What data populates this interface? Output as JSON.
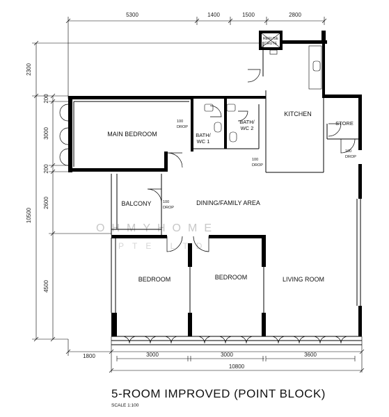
{
  "title": "5-ROOM IMPROVED (POINT BLOCK)",
  "scale": "SCALE  1:100",
  "watermark": {
    "line1": "OHMYHOME",
    "line2": "PTE LTD"
  },
  "dimensions": {
    "top": [
      "5300",
      "1400",
      "1500",
      "2800"
    ],
    "bottom_overall": "10800",
    "bottom": [
      "1800",
      "3000",
      "3000",
      "3600"
    ],
    "left_outer": [
      "2300",
      "10500"
    ],
    "left_inner": [
      "200",
      "3000",
      "200",
      "2600",
      "4500"
    ]
  },
  "rooms": {
    "main_bedroom": "MAIN BEDROOM",
    "kitchen": "KITCHEN",
    "store": "STORE",
    "bath_wc_1": [
      "BATH/",
      "WC  1"
    ],
    "bath_wc_2": [
      "BATH/",
      "WC  2"
    ],
    "balcony": "BALCONY",
    "dining": "DINING/FAMILY AREA",
    "bedroom_1": "BEDROOM",
    "bedroom_2": "BEDROOM",
    "living": "LIVING ROOM",
    "refuse_chute": [
      "REFUSE",
      "CHUTE"
    ]
  },
  "drops": {
    "bath1": [
      "100",
      "DROP"
    ],
    "kitchen": [
      "100",
      "DROP"
    ],
    "store": [
      "100",
      "DROP"
    ],
    "balcony": [
      "100",
      "DROP"
    ]
  }
}
